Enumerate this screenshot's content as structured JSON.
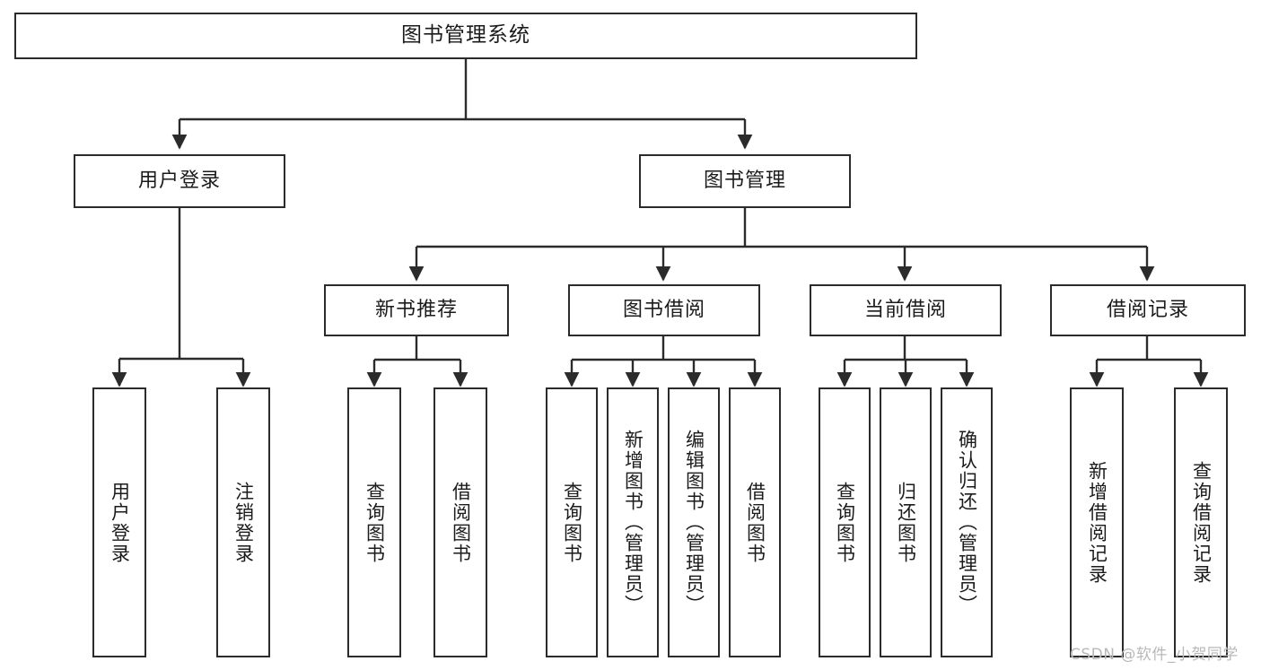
{
  "diagram": {
    "type": "tree-hierarchy",
    "title": "图书管理系统",
    "orientation": "top-down",
    "colors": {
      "box_border": "#2b2b2b",
      "box_fill": "#ffffff",
      "connector": "#2b2b2b",
      "text": "#1b1b1b",
      "watermark": "#b9b9b9",
      "background": "#ffffff"
    },
    "root": {
      "label": "图书管理系统"
    },
    "level1": [
      {
        "id": "user-login",
        "label": "用户登录"
      },
      {
        "id": "book-manage",
        "label": "图书管理"
      }
    ],
    "level2": [
      {
        "id": "new-book-recommend",
        "label": "新书推荐",
        "parent": "book-manage"
      },
      {
        "id": "book-borrow",
        "label": "图书借阅",
        "parent": "book-manage"
      },
      {
        "id": "current-borrow",
        "label": "当前借阅",
        "parent": "book-manage"
      },
      {
        "id": "borrow-record",
        "label": "借阅记录",
        "parent": "book-manage"
      }
    ],
    "leaves": {
      "user_login": [
        {
          "id": "leaf-user-login",
          "label": "用户登录"
        },
        {
          "id": "leaf-logout-login",
          "label": "注销登录"
        }
      ],
      "new_book_recommend": [
        {
          "id": "leaf-query-book-1",
          "label": "查询图书"
        },
        {
          "id": "leaf-borrow-book-1",
          "label": "借阅图书"
        }
      ],
      "book_borrow": [
        {
          "id": "leaf-query-book-2",
          "label": "查询图书"
        },
        {
          "id": "leaf-add-book",
          "label": "新增图书（管理员）"
        },
        {
          "id": "leaf-edit-book",
          "label": "编辑图书（管理员）"
        },
        {
          "id": "leaf-borrow-book-2",
          "label": "借阅图书"
        }
      ],
      "current_borrow": [
        {
          "id": "leaf-query-book-3",
          "label": "查询图书"
        },
        {
          "id": "leaf-return-book",
          "label": "归还图书"
        },
        {
          "id": "leaf-confirm-return",
          "label": "确认归还（管理员）"
        }
      ],
      "borrow_record": [
        {
          "id": "leaf-add-record",
          "label": "新增借阅记录"
        },
        {
          "id": "leaf-query-record",
          "label": "查询借阅记录"
        }
      ]
    }
  },
  "watermark": {
    "text": "CSDN @软件_小贺同学"
  }
}
